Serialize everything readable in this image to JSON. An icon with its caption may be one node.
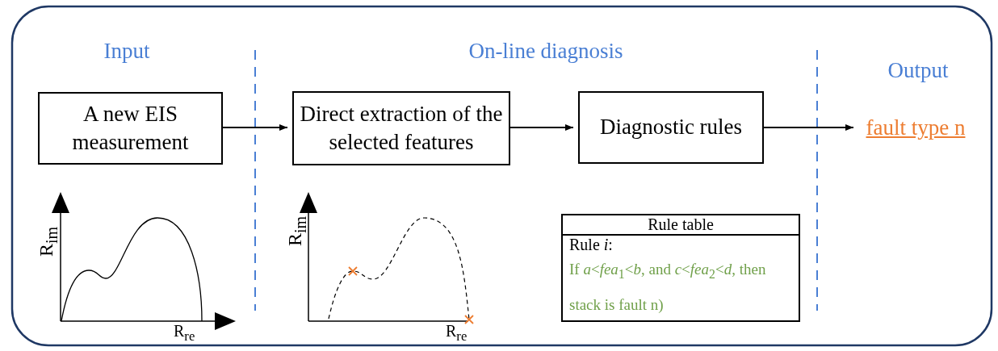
{
  "diagram": {
    "nodes": [
      {
        "text": [
          "A new EIS measurement"
        ]
      },
      {
        "text": [
          "Direct extraction of the selected features"
        ]
      },
      {
        "text": [
          "Diagnostic rules"
        ]
      },
      {
        "text": [
          "fault type n"
        ]
      },
      {
        "text": [
          "Rule table",
          "Rule *i*:",
          "If *a*<*fea*$_{1}$<*b*, and *c*<*fea*$_{2}$<*d*, then stack is fault n)"
        ]
      }
    ],
    "edges": [
      {
        "from": 0,
        "to": 1,
        "arrow": "to"
      },
      {
        "from": 1,
        "to": 2,
        "arrow": "to"
      },
      {
        "from": 2,
        "to": 3,
        "arrow": "to"
      }
    ],
    "labels": [
      "Input",
      "On-line diagnosis",
      "Output",
      "R$_{im}$",
      "R$_{re}$",
      "R$_{im}$",
      "R$_{re}$"
    ]
  }
}
